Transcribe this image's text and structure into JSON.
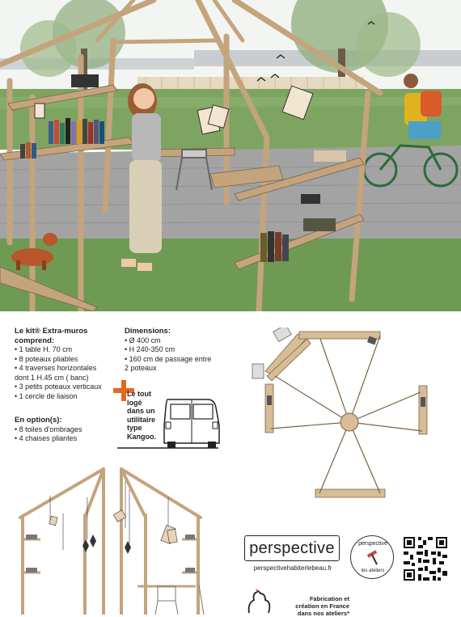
{
  "kit": {
    "title_line1": "Le kit® Extra-muros",
    "title_line2": "comprend:",
    "items": [
      "• 1 table H. 70 cm",
      "• 8 poteaux pliables",
      "• 4 traverses horizontales",
      "dont 1 H.45 cm ( banc)",
      "• 3 petits poteaux verticaux",
      "• 1 cercle de liaison"
    ]
  },
  "options": {
    "title": "En option(s):",
    "items": [
      "• 8 toiles d'ombrages",
      "• 4 chaises pliantes"
    ]
  },
  "dimensions": {
    "title": "Dimensions:",
    "items": [
      "• Ø 400 cm",
      "• H 240-350 cm",
      "• 160 cm de passage entre",
      "2 poteaux"
    ]
  },
  "transport": {
    "lines": [
      "Le tout",
      "logé",
      "dans un",
      "utilitaire",
      "type",
      "Kangoo."
    ]
  },
  "brand": {
    "name": "perspective",
    "url": "perspectivehabiterlebeau.fr",
    "seal_top": "perspective",
    "seal_bottom": "les ateliers"
  },
  "fabrication": {
    "lines": [
      "Fabrication et",
      "création en France",
      "dans nos ateliers*"
    ]
  },
  "colors": {
    "wood": "#c4a47c",
    "wood_dark": "#7a6248",
    "grass": "#6f9a54",
    "paving": "#9a9a9a",
    "accent_plus": "#e06a1f"
  }
}
